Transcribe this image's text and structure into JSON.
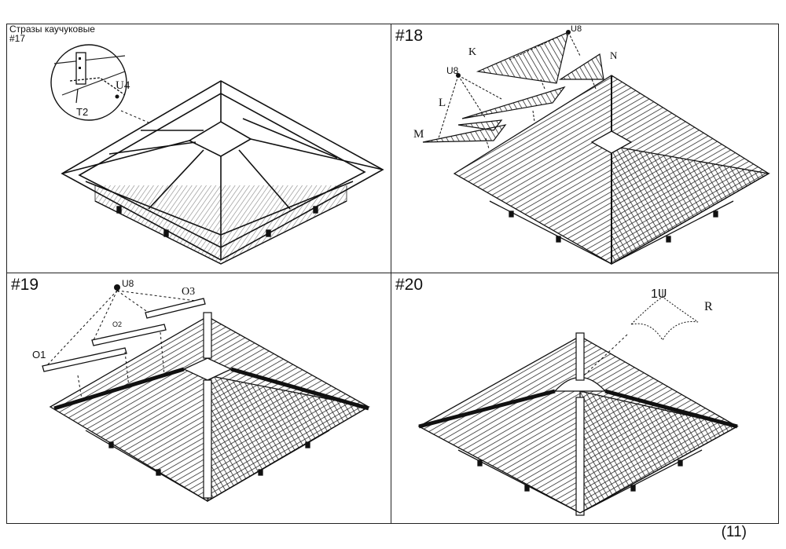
{
  "panels": {
    "p17": {
      "caption_line1": "Стразы каучуковые",
      "caption_line2": "#17",
      "labels": {
        "u4": "U4",
        "t2": "T2"
      }
    },
    "p18": {
      "step": "#18",
      "labels": {
        "u8_top": "U8",
        "u8_left": "U8",
        "k": "K",
        "n": "N",
        "l": "L",
        "m": "M"
      }
    },
    "p19": {
      "step": "#19",
      "labels": {
        "u8": "U8",
        "o3": "O3",
        "o2": "O2",
        "o1": "O1"
      }
    },
    "p20": {
      "step": "#20",
      "labels": {
        "u1": "1U",
        "r": "R"
      }
    }
  },
  "page_number": "(11)"
}
